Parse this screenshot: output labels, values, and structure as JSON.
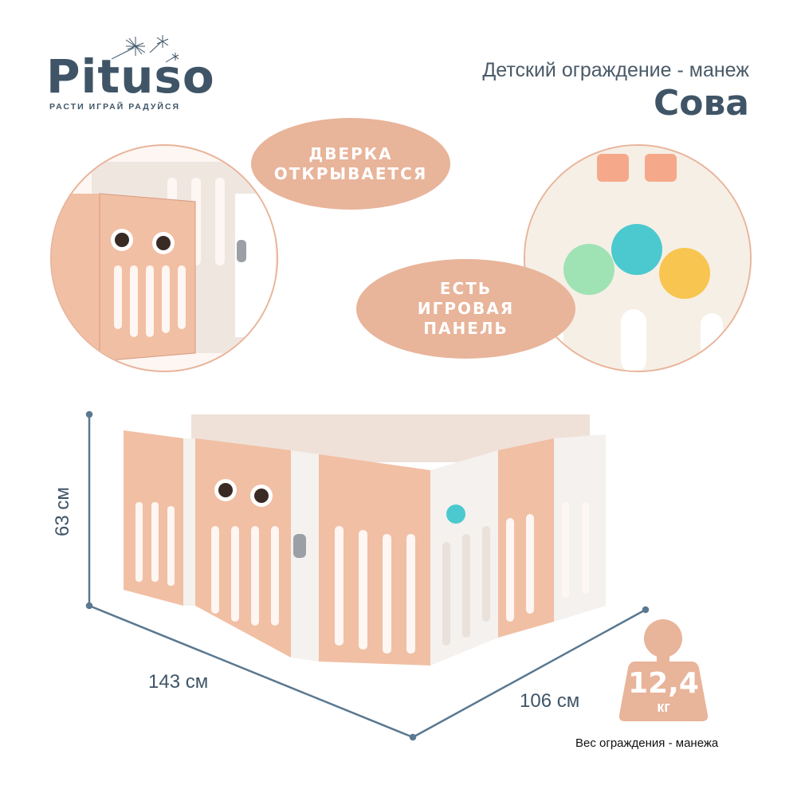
{
  "brand": {
    "name": "Pituso",
    "tagline": "РАСТИ ИГРАЙ РАДУЙСЯ"
  },
  "header": {
    "subtitle": "Детский ограждение - манеж",
    "title": "Сова"
  },
  "callouts": {
    "door": [
      "ДВЕРКА",
      "ОТКРЫВАЕТСЯ"
    ],
    "panel": [
      "ЕСТЬ",
      "ИГРОВАЯ",
      "ПАНЕЛЬ"
    ]
  },
  "dimensions": {
    "height": "63 см",
    "length": "143 см",
    "width": "106 см"
  },
  "weight": {
    "value": "12,4",
    "unit": "кг",
    "caption": "Вес ограждения - манежа"
  },
  "colors": {
    "accent": "#e8b49a",
    "brand": "#3f5567",
    "panel_peach": "#f1bfa4",
    "panel_white": "#f4f1ee"
  }
}
